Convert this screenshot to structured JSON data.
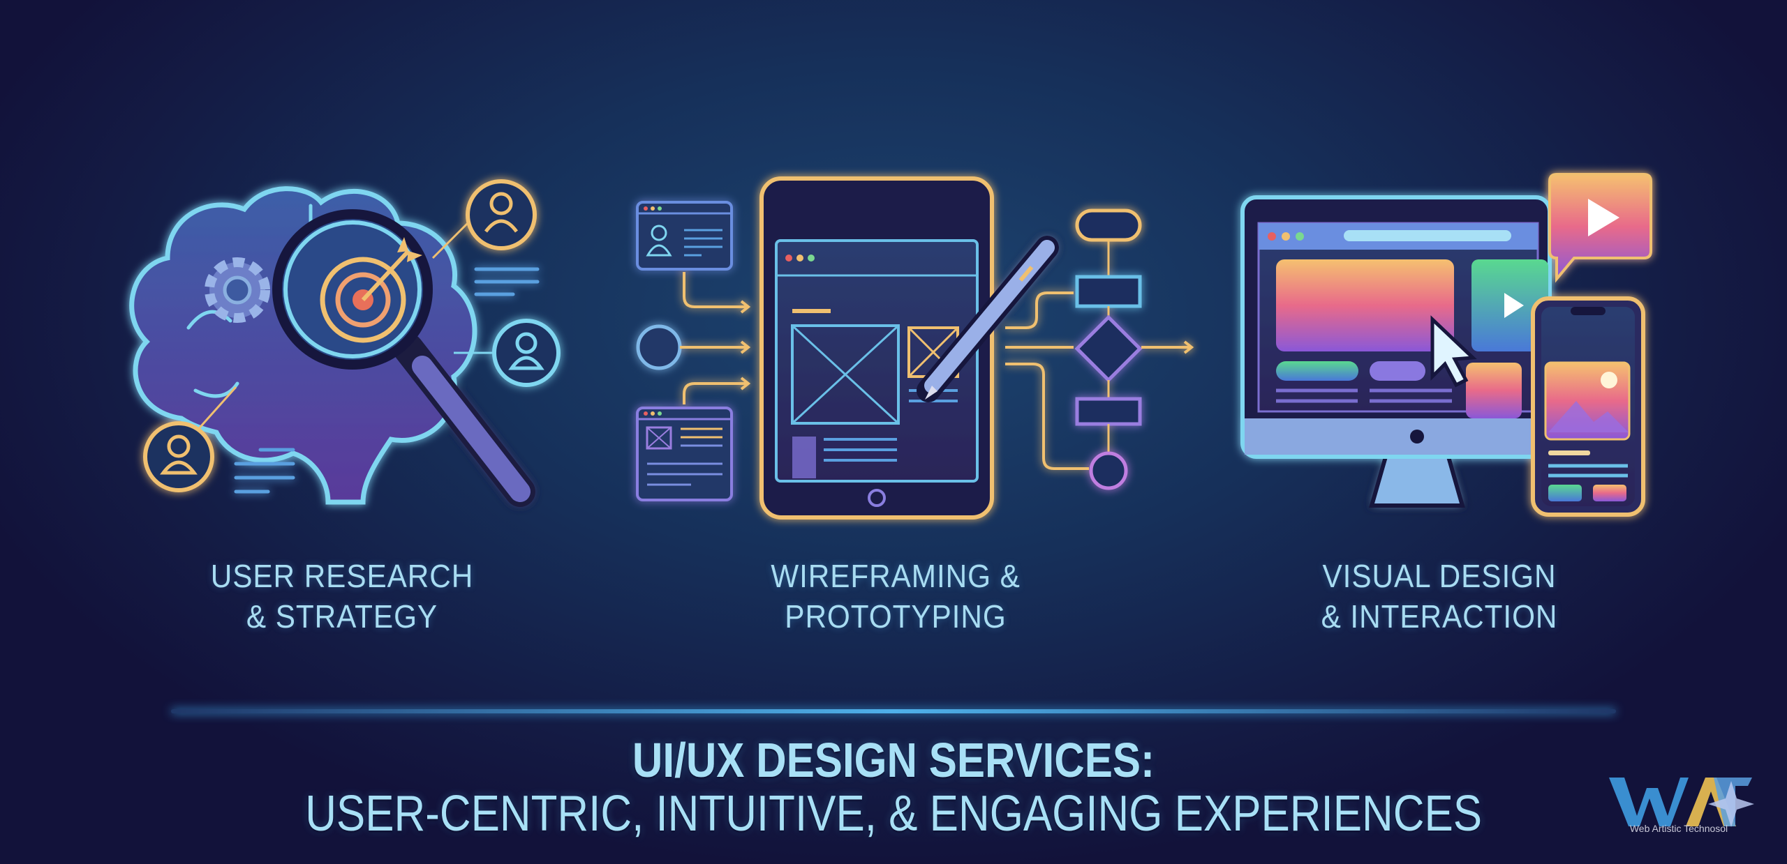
{
  "sections": [
    {
      "line1": "USER RESEARCH",
      "line2": "& STRATEGY",
      "icon": "brain-magnifier-target-icon"
    },
    {
      "line1": "WIREFRAMING &",
      "line2": "PROTOTYPING",
      "icon": "tablet-wireframe-flowchart-icon"
    },
    {
      "line1": "VISUAL DESIGN",
      "line2": "& INTERACTION",
      "icon": "monitor-phone-play-icon"
    }
  ],
  "title": {
    "line1": "UI/UX DESIGN SERVICES:",
    "line2": "USER-CENTRIC, INTUITIVE, & ENGAGING EXPERIENCES"
  },
  "logo": {
    "mark": "WAT",
    "name": "Web Artistic Technosol"
  },
  "colors": {
    "cyan": "#7fd6f0",
    "gold": "#f0c070",
    "violet": "#9a7ee0",
    "text": "#a8dcf2"
  }
}
